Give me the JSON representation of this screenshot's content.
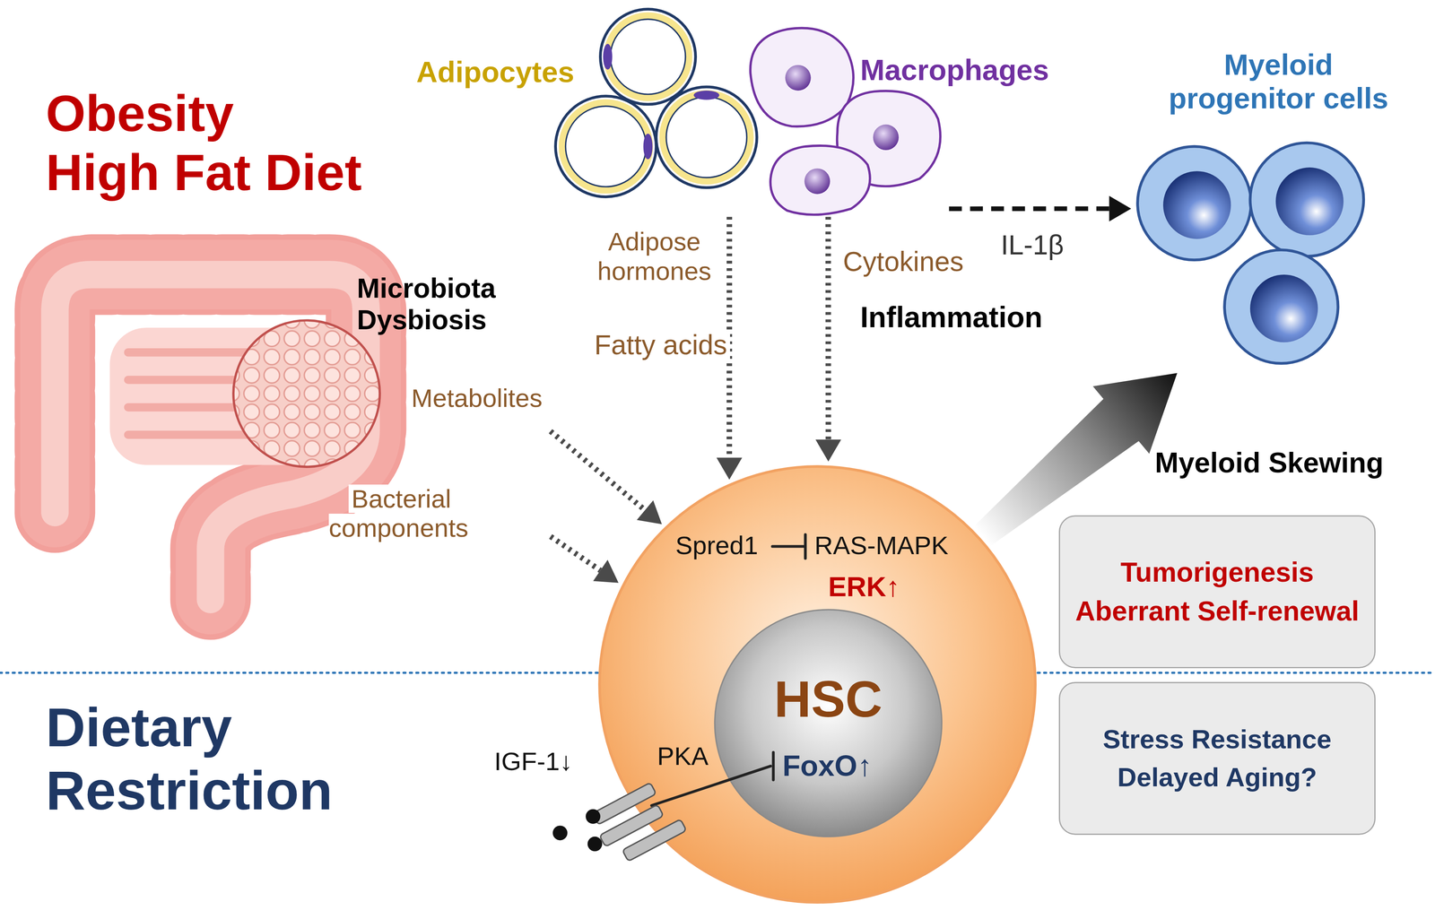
{
  "diagram": {
    "nodes": [
      {
        "text": [
          "Microbiota Dysbiosis"
        ]
      },
      {
        "text": [
          "Adipocytes"
        ]
      },
      {
        "text": [
          "Macrophages"
        ]
      },
      {
        "text": [
          "Myeloid progenitor cells"
        ]
      },
      {
        "text": [
          "Spred1",
          "RAS-MAPK",
          "ERK↑",
          "PKA"
        ]
      },
      {
        "text": [
          "HSC",
          "FoxO↑"
        ],
        "in": 4
      },
      {
        "text": [
          "Tumorigenesis",
          "Aberrant Self-renewal"
        ]
      },
      {
        "text": [
          "Stress Resistance",
          "Delayed Aging?"
        ]
      }
    ],
    "edges": [
      {
        "from": 0,
        "to": 4,
        "label": "Metabolites",
        "arrow": "to"
      },
      {
        "from": 0,
        "to": 4,
        "label": "Bacterial components",
        "arrow": "to"
      },
      {
        "from": 1,
        "to": 4,
        "label": "Fatty acids",
        "arrow": "to"
      },
      {
        "from": 2,
        "to": 4,
        "label": "Cytokines",
        "arrow": "to"
      },
      {
        "from": 2,
        "to": 3,
        "label": "IL-1β",
        "arrow": "to"
      },
      {
        "from": 4,
        "to": 3,
        "arrow": "to"
      }
    ],
    "labels": [
      "Obesity High Fat Diet",
      "Adipose hormones",
      "Inflammation",
      "Myeloid Skewing",
      "IGF-1↓",
      "Dietary Restriction"
    ]
  }
}
